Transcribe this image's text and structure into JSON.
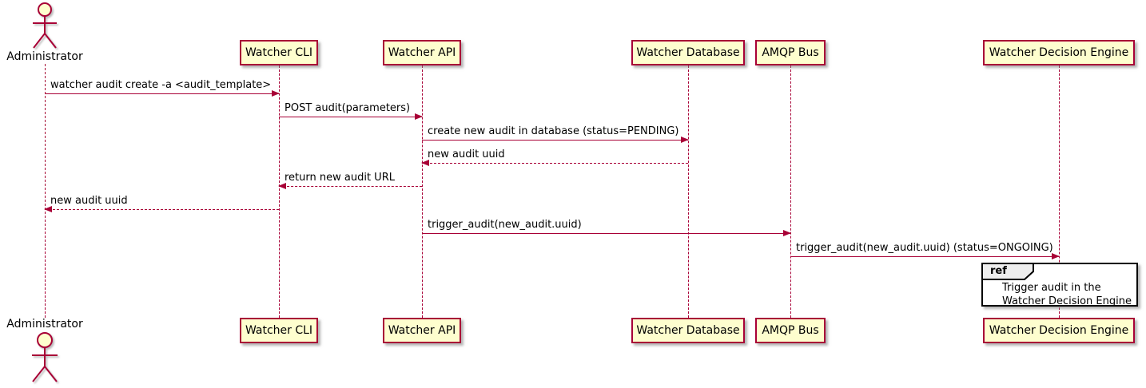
{
  "diagram": {
    "type": "sequence",
    "participants": [
      {
        "name": "Administrator",
        "kind": "actor"
      },
      {
        "name": "Watcher CLI",
        "kind": "participant"
      },
      {
        "name": "Watcher API",
        "kind": "participant"
      },
      {
        "name": "Watcher Database",
        "kind": "participant"
      },
      {
        "name": "AMQP Bus",
        "kind": "participant"
      },
      {
        "name": "Watcher Decision Engine",
        "kind": "participant"
      }
    ],
    "messages": [
      {
        "from": "Administrator",
        "to": "Watcher CLI",
        "label": "watcher audit create -a <audit_template>",
        "style": "solid"
      },
      {
        "from": "Watcher CLI",
        "to": "Watcher API",
        "label": "POST audit(parameters)",
        "style": "solid"
      },
      {
        "from": "Watcher API",
        "to": "Watcher Database",
        "label": "create new audit in database (status=PENDING)",
        "style": "solid"
      },
      {
        "from": "Watcher Database",
        "to": "Watcher API",
        "label": "new audit uuid",
        "style": "dashed"
      },
      {
        "from": "Watcher API",
        "to": "Watcher CLI",
        "label": "return new audit URL",
        "style": "dashed"
      },
      {
        "from": "Watcher CLI",
        "to": "Administrator",
        "label": "new audit uuid",
        "style": "dashed"
      },
      {
        "from": "Watcher API",
        "to": "AMQP Bus",
        "label": "trigger_audit(new_audit.uuid)",
        "style": "solid"
      },
      {
        "from": "AMQP Bus",
        "to": "Watcher Decision Engine",
        "label": "trigger_audit(new_audit.uuid) (status=ONGOING)",
        "style": "solid"
      }
    ],
    "ref": {
      "keyword": "ref",
      "text_line1": "Trigger audit in the",
      "text_line2": "Watcher Decision Engine"
    },
    "colors": {
      "participant_fill": "#FEFECE",
      "participant_border": "#A80036",
      "line_color": "#A80036",
      "text_color": "#000000",
      "ref_header_fill": "#EEEEEE",
      "ref_border": "#000000",
      "background": "#FFFFFF"
    }
  }
}
